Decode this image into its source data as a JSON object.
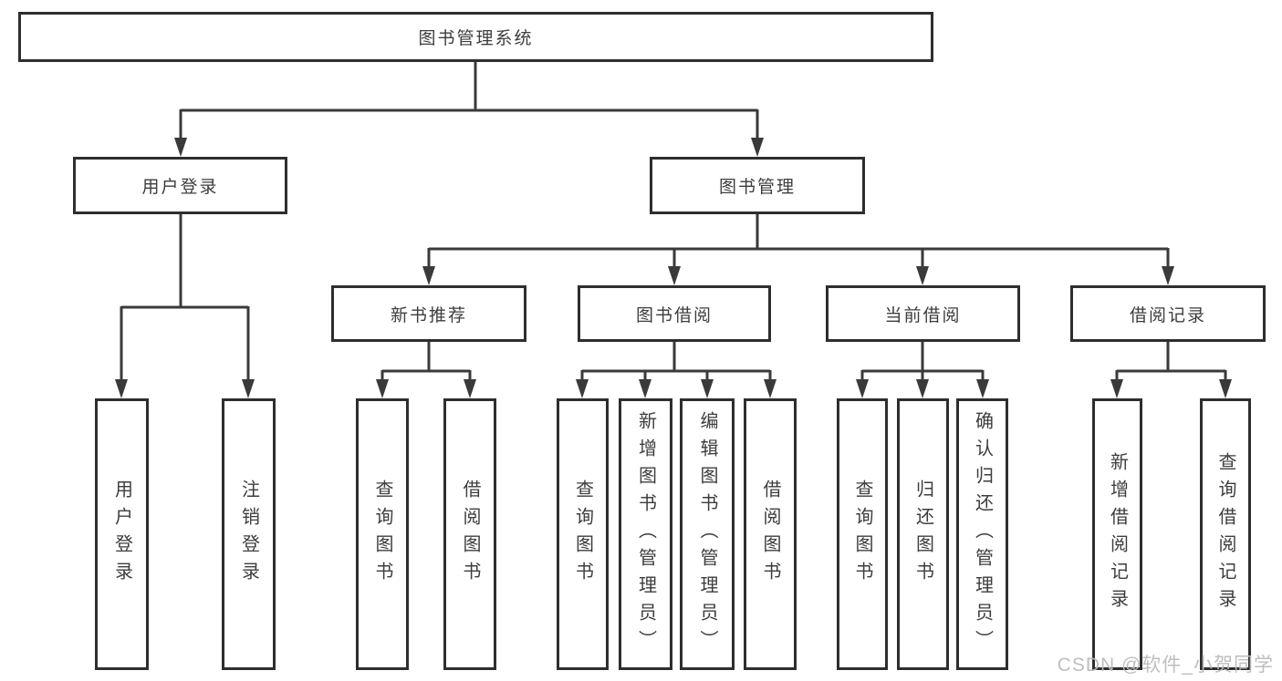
{
  "tree": {
    "label": "图书管理系统",
    "children": [
      {
        "label": "用户登录",
        "children": [
          {
            "label": "用户登录"
          },
          {
            "label": "注销登录"
          }
        ]
      },
      {
        "label": "图书管理",
        "children": [
          {
            "label": "新书推荐",
            "children": [
              {
                "label": "查询图书"
              },
              {
                "label": "借阅图书"
              }
            ]
          },
          {
            "label": "图书借阅",
            "children": [
              {
                "label": "查询图书"
              },
              {
                "label": "新增图书（管理员）"
              },
              {
                "label": "编辑图书（管理员）"
              },
              {
                "label": "借阅图书"
              }
            ]
          },
          {
            "label": "当前借阅",
            "children": [
              {
                "label": "查询图书"
              },
              {
                "label": "归还图书"
              },
              {
                "label": "确认归还（管理员）"
              }
            ]
          },
          {
            "label": "借阅记录",
            "children": [
              {
                "label": "新增借阅记录"
              },
              {
                "label": "查询借阅记录"
              }
            ]
          }
        ]
      }
    ]
  },
  "watermark": {
    "text": "CSDN @软件_小贺同学"
  },
  "colors": {
    "line": "#3a3a3a",
    "box_border": "#2e2e2e",
    "text": "#3d3d3d",
    "background": "#ffffff",
    "watermark": "#bababa"
  }
}
